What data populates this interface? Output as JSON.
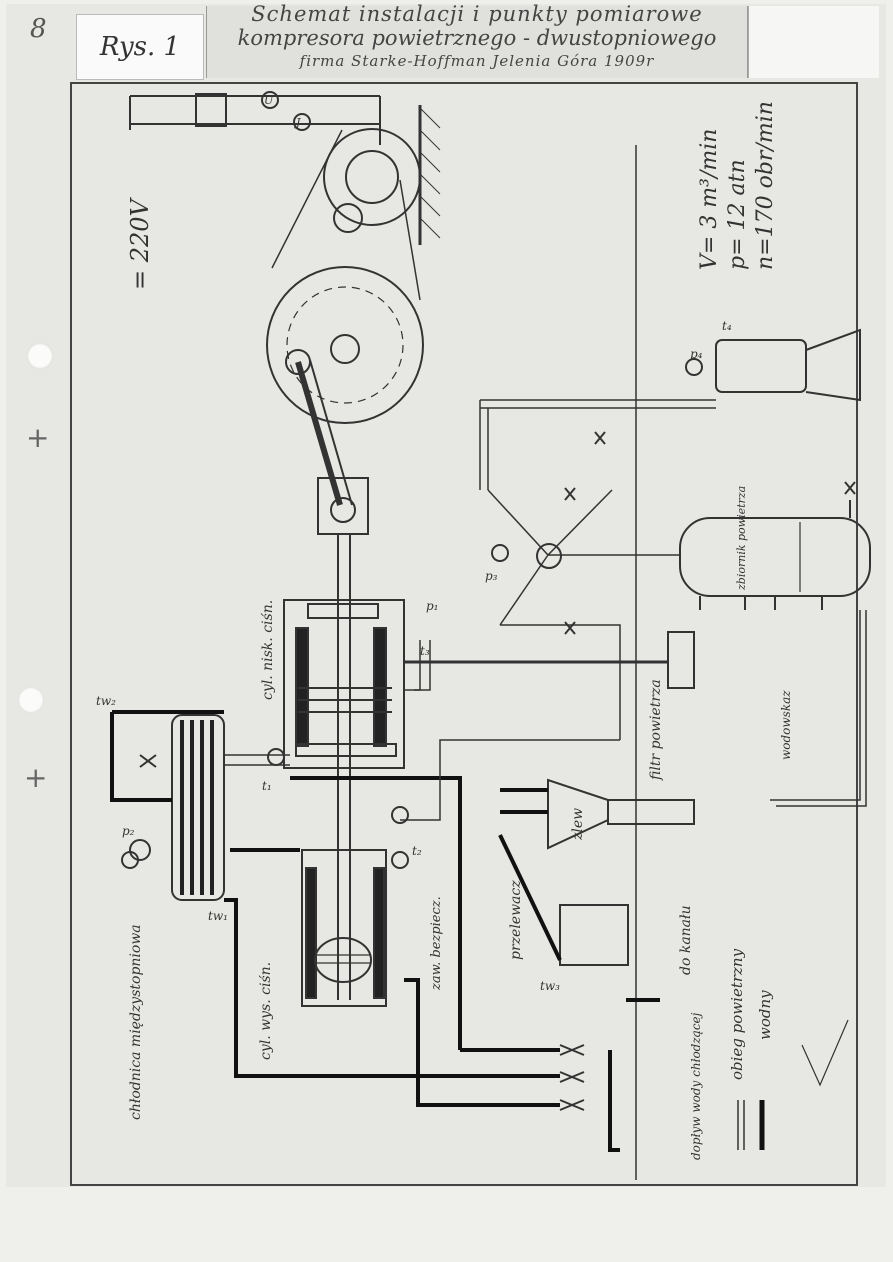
{
  "page_number": "8",
  "figure_label": "Rys. 1",
  "title": {
    "line1": "Schemat instalacji i punkty pomiarowe",
    "line2": "kompresora powietrznego - dwustopniowego",
    "line3": "firma  Starke-Hoffman  Jelenia Góra  1909r"
  },
  "voltage": "= 220V",
  "specs": {
    "volume": "V= 3 m³/min",
    "pressure": "p= 12 atn",
    "speed": "n=170 obr/min"
  },
  "labels": {
    "low_pressure_cylinder": "cyl. nisk. ciśn.",
    "high_pressure_cylinder": "cyl. wys. ciśn.",
    "intercooler": "chłodnica międzystopniowa",
    "air_filter": "filtr powietrza",
    "drain": "zlew",
    "overflow": "przelewacz",
    "safety_valve": "zaw. bezpiecz.",
    "air_receiver": "zbiornik powietrza",
    "water_gauge": "wodowskaz",
    "to_channel": "do kanału",
    "cooling_water_inlet": "dopływ wody chłodzącej"
  },
  "legend": [
    {
      "label": "obieg powietrzny",
      "style": "double-line"
    },
    {
      "label": "wodny",
      "style": "thick-line"
    }
  ],
  "measurement_points": {
    "p1": "p₁",
    "p2": "p₂",
    "p3": "p₃",
    "p4": "p₄",
    "t1": "t₁",
    "t2": "t₂",
    "t3": "t₃",
    "t4": "t₄",
    "tw1": "tw₁",
    "tw2": "tw₂",
    "tw3": "tw₃",
    "current": "J",
    "voltmeter": "U"
  },
  "colors": {
    "ink": "#333333",
    "paper": "#e7e7e3",
    "water_line": "#222222"
  }
}
